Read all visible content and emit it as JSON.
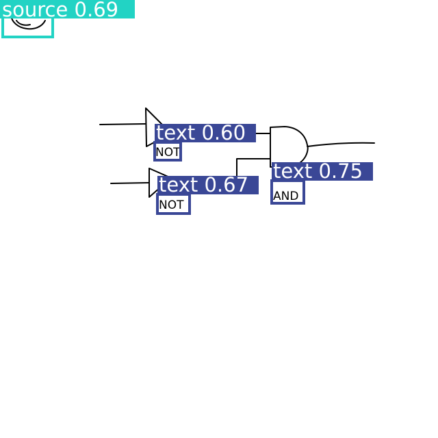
{
  "sketch": {
    "gates": [
      {
        "type": "NOT",
        "label": "NOT"
      },
      {
        "type": "NOT",
        "label": "NOT"
      },
      {
        "type": "AND",
        "label": "AND"
      }
    ]
  },
  "detections": [
    {
      "class": "source",
      "score": "0.69",
      "tag": "source 0.69",
      "color": "#22d3c4"
    },
    {
      "class": "text",
      "score": "0.60",
      "tag": "text 0.60",
      "color": "#3a4796"
    },
    {
      "class": "text",
      "score": "0.67",
      "tag": "text 0.67",
      "color": "#3a4796"
    },
    {
      "class": "text",
      "score": "0.75",
      "tag": "text 0.75",
      "color": "#3a4796"
    }
  ]
}
